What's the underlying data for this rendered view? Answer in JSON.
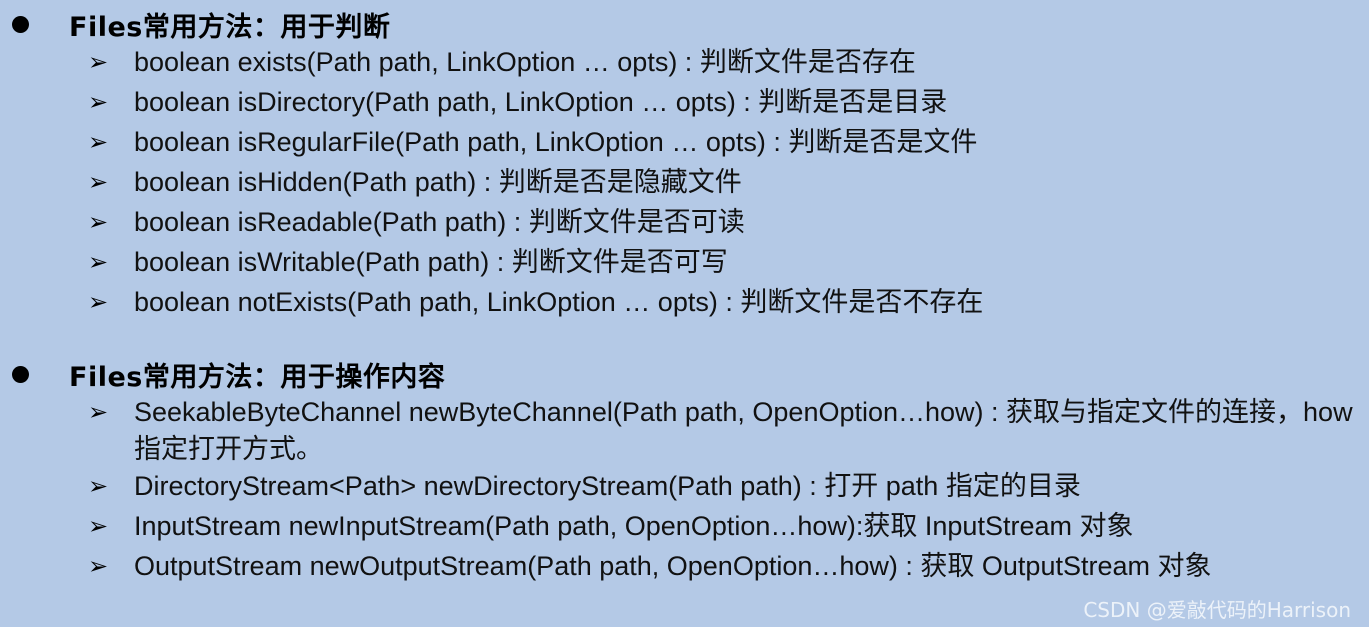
{
  "sections": [
    {
      "heading": "Files常用方法：用于判断",
      "items": [
        "boolean exists(Path path, LinkOption … opts) : 判断文件是否存在",
        "boolean isDirectory(Path path, LinkOption … opts) : 判断是否是目录",
        "boolean isRegularFile(Path path, LinkOption … opts) : 判断是否是文件",
        "boolean isHidden(Path path) : 判断是否是隐藏文件",
        "boolean isReadable(Path path) : 判断文件是否可读",
        "boolean isWritable(Path path) : 判断文件是否可写",
        "boolean notExists(Path path, LinkOption … opts) : 判断文件是否不存在"
      ]
    },
    {
      "heading": "Files常用方法：用于操作内容",
      "items": [
        "SeekableByteChannel newByteChannel(Path path, OpenOption…how) : 获取与指定文件的连接，how 指定打开方式。",
        "DirectoryStream<Path>  newDirectoryStream(Path path) : 打开 path 指定的目录",
        "InputStream newInputStream(Path path, OpenOption…how):获取 InputStream 对象",
        "OutputStream newOutputStream(Path path, OpenOption…how) : 获取 OutputStream 对象"
      ]
    }
  ],
  "icons": {
    "bullet": "filled-circle-icon",
    "item_marker": "arrowhead-icon"
  },
  "marker_glyph": "➢",
  "watermark": "CSDN @爱敲代码的Harrison"
}
